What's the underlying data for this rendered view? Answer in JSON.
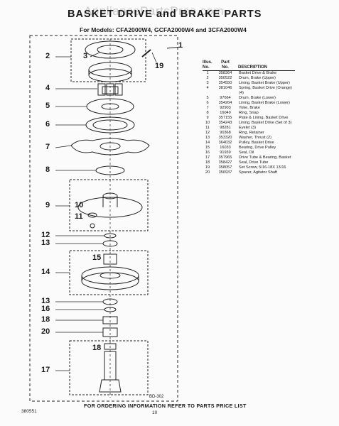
{
  "header": {
    "title": "BASKET DRIVE and BRAKE PARTS",
    "watermark": "AppliancePartsPros.com",
    "models": "For Models: CFA2000W4, GCFA2000W4 and 3CFA2000W4"
  },
  "callouts": [
    "1",
    "2",
    "3",
    "19",
    "4",
    "5",
    "6",
    "7",
    "8",
    "9",
    "10",
    "11",
    "12",
    "13",
    "15",
    "14",
    "13",
    "16",
    "18",
    "20",
    "18",
    "17"
  ],
  "table": {
    "headers": {
      "illus_line1": "Illus.",
      "illus_line2": "No.",
      "part_line1": "Part",
      "part_line2": "No.",
      "desc": "DESCRIPTION"
    },
    "rows": [
      {
        "num": "1",
        "part": "358364",
        "desc": "Basket Drive & Brake"
      },
      {
        "num": "2",
        "part": "350522",
        "desc": "Drum, Brake (Upper)"
      },
      {
        "num": "3",
        "part": "354550",
        "desc": "Lining, Basket Brake (Upper)"
      },
      {
        "num": "4",
        "part": "381046",
        "desc": "Spring, Basket Drive (Orange) (4)"
      },
      {
        "num": "5",
        "part": "97664",
        "desc": "Drum, Brake (Lower)"
      },
      {
        "num": "6",
        "part": "354264",
        "desc": "Lining, Basket Brake (Lower)"
      },
      {
        "num": "7",
        "part": "92903",
        "desc": "Yoke, Brake"
      },
      {
        "num": "8",
        "part": "16049",
        "desc": "Ring, Snap"
      },
      {
        "num": "9",
        "part": "357155",
        "desc": "Plate & Lining, Basket Drive"
      },
      {
        "num": "10",
        "part": "354243",
        "desc": "Lining, Basket Drive (Set of 3)"
      },
      {
        "num": "11",
        "part": "98281",
        "desc": "Eyelet (3)"
      },
      {
        "num": "12",
        "part": "90368",
        "desc": "Ring, Retainer"
      },
      {
        "num": "13",
        "part": "353320",
        "desc": "Washer, Thrust (2)"
      },
      {
        "num": "14",
        "part": "364032",
        "desc": "Pulley, Basket Drive"
      },
      {
        "num": "15",
        "part": "16033",
        "desc": "Bearing, Drive Pulley"
      },
      {
        "num": "16",
        "part": "91939",
        "desc": "Seal, Oil"
      },
      {
        "num": "17",
        "part": "357965",
        "desc": "Drive Tube & Bearing, Basket"
      },
      {
        "num": "18",
        "part": "358427",
        "desc": "Seal, Drive Tube"
      },
      {
        "num": "19",
        "part": "358057",
        "desc": "Set Screw, 5/16-18X 13/16"
      },
      {
        "num": "20",
        "part": "356937",
        "desc": "Spacer, Agitator Shaft"
      }
    ]
  },
  "footer": {
    "ref_code": "BD-302",
    "instruction": "FOR ORDERING INFORMATION REFER TO PARTS PRICE LIST",
    "doc_id": "380551",
    "page_number": "10"
  }
}
